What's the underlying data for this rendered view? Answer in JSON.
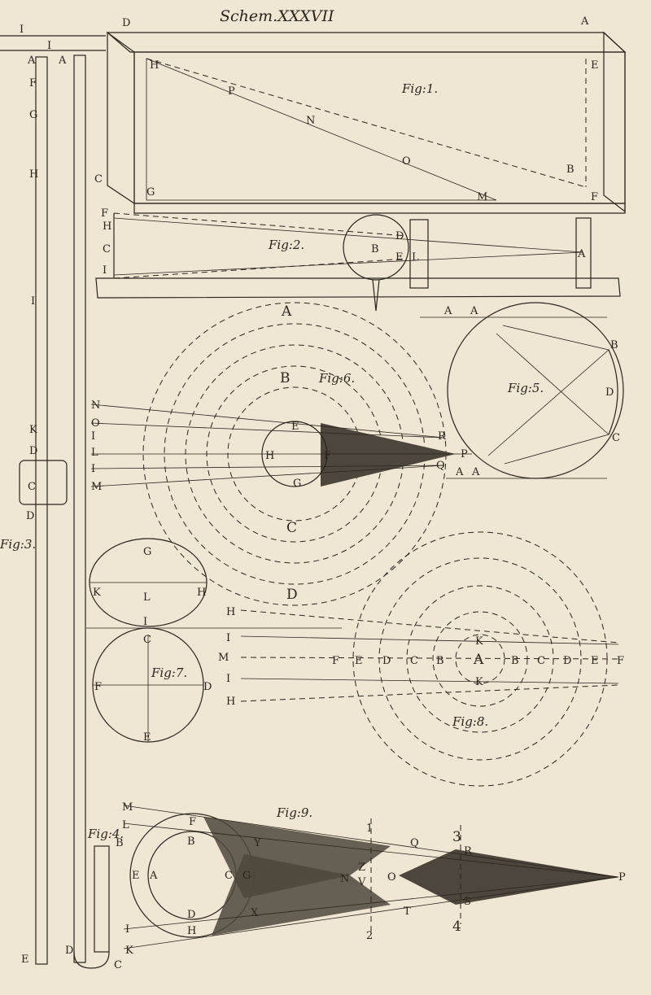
{
  "plate": {
    "title": "Schem.XXXVII",
    "colors": {
      "paper": "#efe6d3",
      "ink": "#2a251d",
      "shade": "#4d463c"
    }
  },
  "fig1": {
    "caption": "Fig:1.",
    "labels": {
      "D": "D",
      "A": "A",
      "H": "H",
      "E": "E",
      "P": "P",
      "N": "N",
      "O": "O",
      "B": "B",
      "C": "C",
      "G": "G",
      "M": "M",
      "F": "F"
    }
  },
  "fig2": {
    "caption": "Fig:2.",
    "labels": {
      "F": "F",
      "H": "H",
      "C": "C",
      "I": "I",
      "B": "B",
      "D": "D",
      "E": "E",
      "L": "L",
      "A": "A"
    }
  },
  "fig3": {
    "caption": "Fig:3.",
    "labels": {
      "I1": "I",
      "I2": "I",
      "A1": "A",
      "A2": "A",
      "F": "F",
      "G": "G",
      "H": "H",
      "I3": "I",
      "K": "K",
      "D1": "D",
      "C": "C",
      "D2": "D",
      "E": "E"
    }
  },
  "fig4": {
    "caption": "Fig:4.",
    "labels": {
      "B": "B",
      "D": "D",
      "C": "C"
    }
  },
  "fig5": {
    "caption": "Fig:5.",
    "labels": {
      "A1": "A",
      "A2": "A",
      "B": "B",
      "D": "D",
      "C": "C",
      "A3": "A",
      "A4": "A"
    }
  },
  "fig6": {
    "caption": "Fig:6.",
    "labels": {
      "A": "A",
      "B": "B",
      "C": "C",
      "D": "D",
      "N": "N",
      "O": "O",
      "L": "L",
      "I1": "I",
      "I2": "I",
      "M": "M",
      "E": "E",
      "H": "H",
      "F": "F",
      "G": "G",
      "R": "R",
      "P": "P",
      "Q": "Q"
    }
  },
  "fig7": {
    "caption": "Fig:7.",
    "labels": {
      "G": "G",
      "K": "K",
      "H": "H",
      "L": "L",
      "I": "I",
      "C": "C",
      "F": "F",
      "D": "D",
      "E": "E"
    }
  },
  "fig8": {
    "caption": "Fig:8.",
    "labels": {
      "H1": "H",
      "I1": "I",
      "M": "M",
      "I2": "I",
      "H2": "H",
      "F1": "F",
      "E1": "E",
      "D1": "D",
      "C1": "C",
      "B1": "B",
      "A": "A",
      "B2": "B",
      "C2": "C",
      "D2": "D",
      "E2": "E",
      "F2": "F",
      "K1": "K",
      "K2": "K"
    }
  },
  "fig9": {
    "caption": "Fig:9.",
    "labels": {
      "M": "M",
      "L": "L",
      "F": "F",
      "B": "B",
      "E": "E",
      "A": "A",
      "C": "C",
      "G": "G",
      "D": "D",
      "H": "H",
      "I": "I",
      "K": "K",
      "Y": "Y",
      "X": "X",
      "Z": "Z",
      "N": "N",
      "V": "V",
      "O": "O",
      "Q": "Q",
      "R": "R",
      "T": "T",
      "S": "S",
      "P": "P",
      "n1": "1",
      "n2": "2",
      "n3": "3",
      "n4": "4"
    }
  }
}
